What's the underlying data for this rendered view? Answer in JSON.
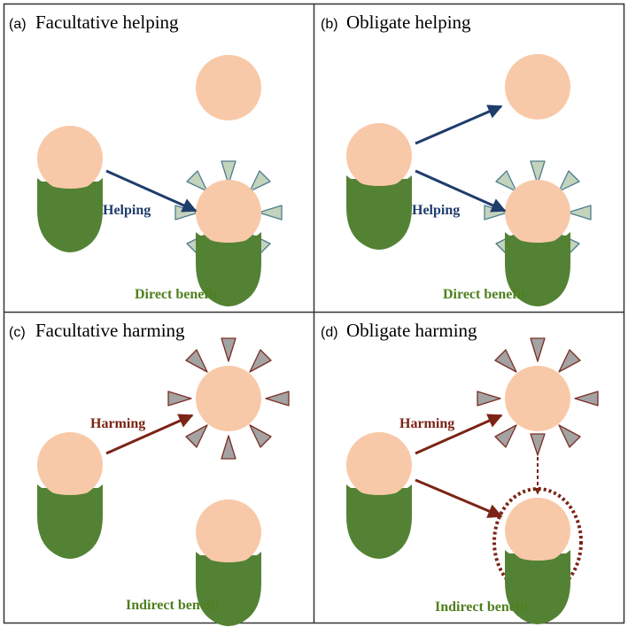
{
  "panels": [
    {
      "letter": "(a)",
      "title": "Facultative helping",
      "arrow_label": "Helping",
      "benefit_label": "Direct benefit"
    },
    {
      "letter": "(b)",
      "title": "Obligate helping",
      "arrow_label": "Helping",
      "benefit_label": "Direct benefit"
    },
    {
      "letter": "(c)",
      "title": "Facultative harming",
      "arrow_label": "Harming",
      "benefit_label": "Indirect benefit"
    },
    {
      "letter": "(d)",
      "title": "Obligate harming",
      "arrow_label": "Harming",
      "benefit_label": "Indirect benefit"
    }
  ],
  "colors": {
    "face": "#F8C9A8",
    "beard": "#548235",
    "helping": "#1F3D6B",
    "harming": "#7B2415",
    "benefit_text": "#4F7F1F",
    "help_ray_fill": "#C3D3BC",
    "help_ray_stroke": "#4E7E8E",
    "harm_ray_fill": "#A3A3A3",
    "harm_ray_stroke": "#7B2E24",
    "border": "#333333"
  },
  "icons": [
    "face-icon",
    "green-beard-icon",
    "sunburst-rays-icon",
    "arrow-icon"
  ]
}
